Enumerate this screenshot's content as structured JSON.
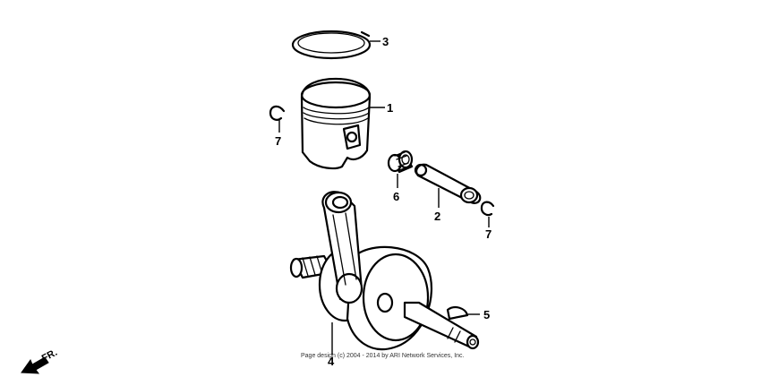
{
  "diagram": {
    "parts": [
      {
        "callout": "1",
        "icon": "piston-icon"
      },
      {
        "callout": "2",
        "icon": "piston-pin-icon"
      },
      {
        "callout": "3",
        "icon": "piston-ring-icon"
      },
      {
        "callout": "4",
        "icon": "crankshaft-icon"
      },
      {
        "callout": "5",
        "icon": "woodruff-key-icon"
      },
      {
        "callout": "6",
        "icon": "needle-bearing-icon"
      },
      {
        "callout": "7",
        "icon": "piston-pin-clip-icon"
      }
    ],
    "direction_label": "FR.",
    "copyright": "Page design (c) 2004 - 2014 by ARI Network Services, Inc."
  }
}
